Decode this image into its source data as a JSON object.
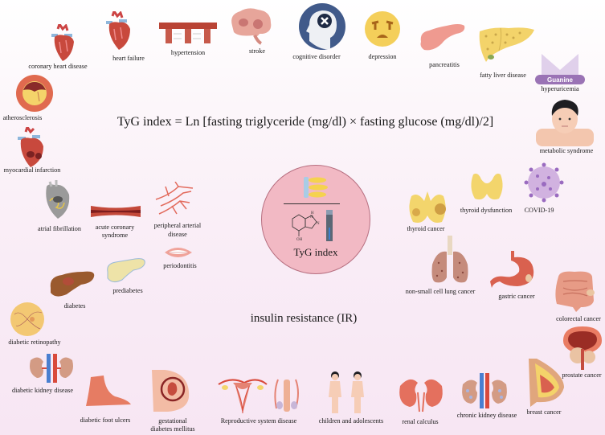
{
  "formula": "TyG index = Ln [fasting triglyceride (mg/dl) × fasting glucose (mg/dl)/2]",
  "center": {
    "label": "TyG index",
    "circle_color": "#f2b9c4"
  },
  "subtitle": "insulin resistance (IR)",
  "hyperuricemia_badge": "Guanine",
  "conditions": [
    {
      "id": "coronary-heart-disease",
      "label": "coronary heart disease",
      "icon": "heart-icon"
    },
    {
      "id": "heart-failure",
      "label": "heart failure",
      "icon": "heart-icon"
    },
    {
      "id": "hypertension",
      "label": "hypertension",
      "icon": "blood-vessel-icon"
    },
    {
      "id": "stroke",
      "label": "stroke",
      "icon": "brain-icon"
    },
    {
      "id": "cognitive-disorder",
      "label": "cognitive disorder",
      "icon": "head-x-icon"
    },
    {
      "id": "depression",
      "label": "depression",
      "icon": "sad-face-icon"
    },
    {
      "id": "pancreatitis",
      "label": "pancreatitis",
      "icon": "pancreas-icon"
    },
    {
      "id": "fatty-liver-disease",
      "label": "fatty liver disease",
      "icon": "liver-icon"
    },
    {
      "id": "hyperuricemia",
      "label": "hyperuricemia",
      "icon": "guanine-icon"
    },
    {
      "id": "atherosclerosis",
      "label": "atherosclerosis",
      "icon": "artery-cross-section-icon"
    },
    {
      "id": "metabolic-syndrome",
      "label": "metabolic syndrome",
      "icon": "obese-person-icon"
    },
    {
      "id": "myocardial-infarction",
      "label": "myocardial infarction",
      "icon": "heart-icon"
    },
    {
      "id": "atrial-fibrillation",
      "label": "atrial fibrillation",
      "icon": "heart-conduction-icon"
    },
    {
      "id": "acute-coronary-syndrome",
      "label_line1": "acute coronary",
      "label_line2": "syndrome",
      "icon": "narrowed-vessel-icon"
    },
    {
      "id": "peripheral-arterial-disease",
      "label_line1": "peripheral arterial",
      "label_line2": "disease",
      "icon": "arteries-icon"
    },
    {
      "id": "periodontitis",
      "label": "periodontitis",
      "icon": "mouth-icon"
    },
    {
      "id": "thyroid-dysfunction",
      "label": "thyroid dysfunction",
      "icon": "thyroid-icon"
    },
    {
      "id": "covid-19",
      "label": "COVID-19",
      "icon": "virus-icon"
    },
    {
      "id": "thyroid-cancer",
      "label": "thyroid cancer",
      "icon": "thyroid-icon"
    },
    {
      "id": "prediabetes",
      "label": "prediabetes",
      "icon": "pancreas-icon"
    },
    {
      "id": "diabetes",
      "label": "diabetes",
      "icon": "pancreas-icon"
    },
    {
      "id": "non-small-cell-lung-cancer",
      "label": "non-small cell lung cancer",
      "icon": "lungs-icon"
    },
    {
      "id": "gastric-cancer",
      "label": "gastric cancer",
      "icon": "stomach-icon"
    },
    {
      "id": "colorectal-cancer",
      "label": "colorectal cancer",
      "icon": "intestine-icon"
    },
    {
      "id": "diabetic-retinopathy",
      "label": "diabetic retinopathy",
      "icon": "retina-icon"
    },
    {
      "id": "diabetic-kidney-disease",
      "label": "diabetic kidney disease",
      "icon": "kidneys-icon"
    },
    {
      "id": "diabetic-foot-ulcers",
      "label": "diabetic foot ulcers",
      "icon": "foot-icon"
    },
    {
      "id": "gestational-diabetes-mellitus",
      "label_line1": "gestational",
      "label_line2": "diabetes mellitus",
      "icon": "pregnancy-icon"
    },
    {
      "id": "reproductive-system-disease",
      "label": "Reproductive system disease",
      "icon": "reproductive-organs-icon"
    },
    {
      "id": "children-and-adolescents",
      "label": "children and adolescents",
      "icon": "children-icon"
    },
    {
      "id": "renal-calculus",
      "label": "renal calculus",
      "icon": "kidney-icon"
    },
    {
      "id": "chronic-kidney-disease",
      "label": "chronic kidney disease",
      "icon": "kidneys-icon"
    },
    {
      "id": "breast-cancer",
      "label": "breast cancer",
      "icon": "breast-icon"
    },
    {
      "id": "prostate-cancer",
      "label": "prostate cancer",
      "icon": "prostate-icon"
    }
  ]
}
